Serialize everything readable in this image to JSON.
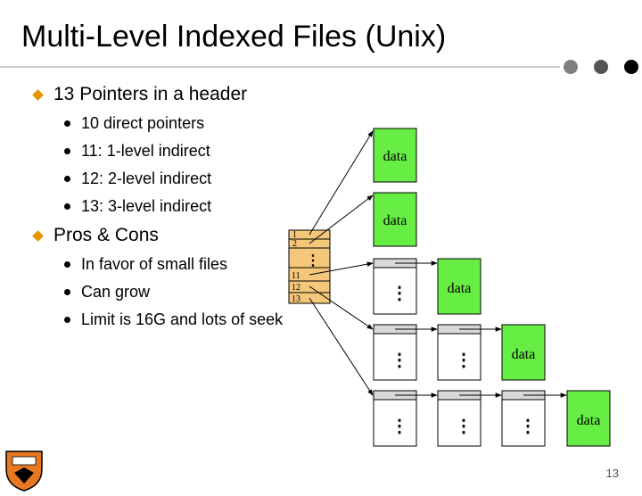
{
  "slide": {
    "title": "Multi-Level Indexed Files (Unix)",
    "page_number": "13"
  },
  "colors": {
    "accent_bullet": "#e69500",
    "data_block": "#66ee44",
    "header_block": "#f5c77a",
    "rule": "#c9c9c9",
    "dots": [
      "#7f7f7f",
      "#555555",
      "#000000"
    ]
  },
  "bullets": [
    {
      "text": "13 Pointers in a header",
      "sub": [
        "10 direct pointers",
        "11: 1-level indirect",
        "12: 2-level indirect",
        "13: 3-level indirect"
      ]
    },
    {
      "text": "Pros & Cons",
      "sub": [
        "In favor of small files",
        "Can grow",
        "Limit is 16G and lots of seek"
      ]
    }
  ],
  "diagram": {
    "header_labels": [
      "1",
      "2",
      "11",
      "12",
      "13"
    ],
    "data_label": "data",
    "ellipsis": "⋮"
  }
}
